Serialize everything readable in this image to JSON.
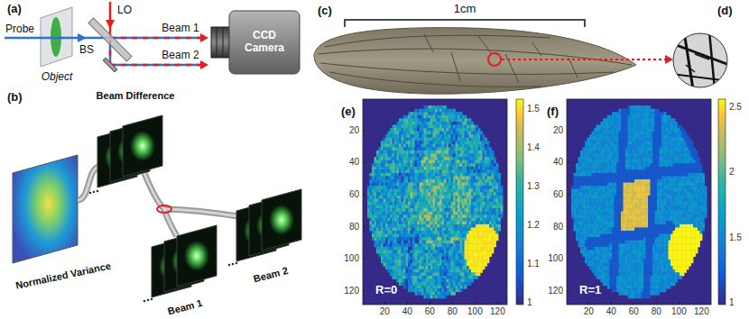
{
  "diagram": {
    "nodes": [
      {
        "text": [
          "CCD Camera"
        ]
      }
    ],
    "labels": [
      "(a)",
      "Probe",
      "Object",
      "BS",
      "LO",
      "Beam 1",
      "Beam 2",
      "(b)",
      "Beam Difference",
      "Normalized Variance",
      "Beam 1",
      "Beam 2",
      "(c)",
      "1cm",
      "(d)",
      "(e)",
      "R=0",
      "(f)",
      "R=1",
      "20",
      "40",
      "60",
      "80",
      "100",
      "120",
      "20",
      "40",
      "60",
      "80",
      "100",
      "120",
      "1.5",
      "1.4",
      "1.3",
      "1.2",
      "1.1",
      "1",
      "20",
      "40",
      "60",
      "80",
      "100",
      "120",
      "20",
      "40",
      "60",
      "80",
      "100",
      "120",
      "2.5",
      "2",
      "1.5",
      "1"
    ]
  }
}
